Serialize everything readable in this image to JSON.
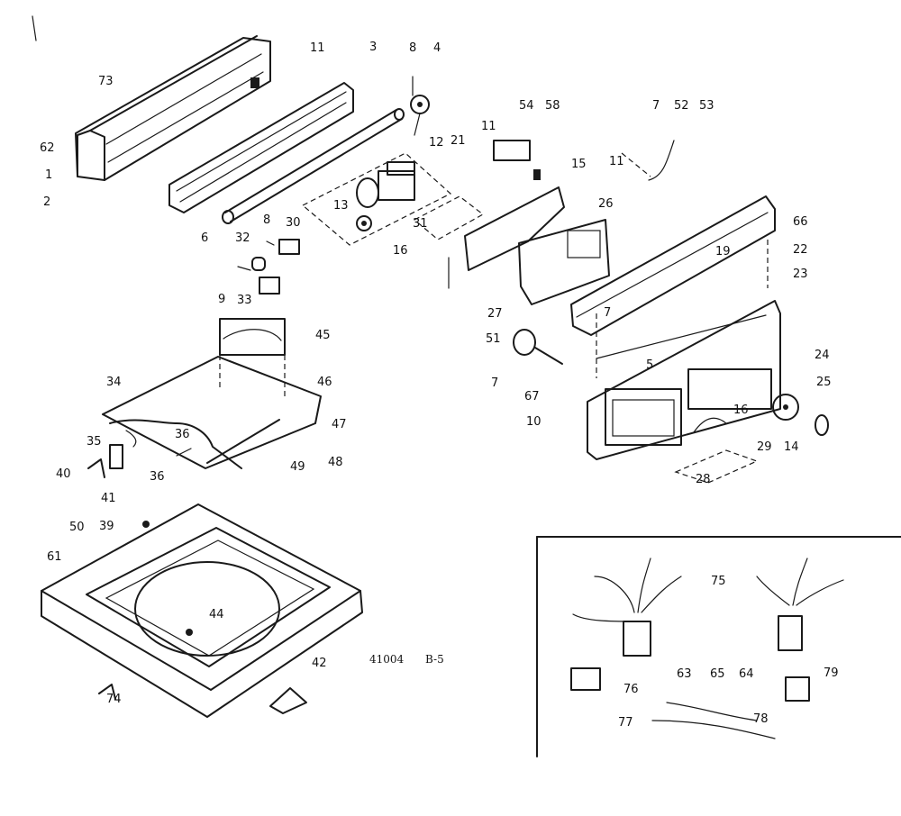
{
  "callouts": [
    {
      "id": "p11a",
      "text": "11"
    },
    {
      "id": "p73",
      "text": "73"
    },
    {
      "id": "p3",
      "text": "3"
    },
    {
      "id": "p8a",
      "text": "8"
    },
    {
      "id": "p4",
      "text": "4"
    },
    {
      "id": "p62",
      "text": "62"
    },
    {
      "id": "p1",
      "text": "1"
    },
    {
      "id": "p2",
      "text": "2"
    },
    {
      "id": "p6",
      "text": "6"
    },
    {
      "id": "p12",
      "text": "12"
    },
    {
      "id": "p21",
      "text": "21"
    },
    {
      "id": "p11b",
      "text": "11"
    },
    {
      "id": "p54",
      "text": "54"
    },
    {
      "id": "p58",
      "text": "58"
    },
    {
      "id": "p7a",
      "text": "7"
    },
    {
      "id": "p52",
      "text": "52"
    },
    {
      "id": "p53",
      "text": "53"
    },
    {
      "id": "p11c",
      "text": "11"
    },
    {
      "id": "p15",
      "text": "15"
    },
    {
      "id": "p13",
      "text": "13"
    },
    {
      "id": "p31",
      "text": "31"
    },
    {
      "id": "p16a",
      "text": "16"
    },
    {
      "id": "p26",
      "text": "26"
    },
    {
      "id": "p8b",
      "text": "8"
    },
    {
      "id": "p30",
      "text": "30"
    },
    {
      "id": "p32",
      "text": "32"
    },
    {
      "id": "p9",
      "text": "9"
    },
    {
      "id": "p33",
      "text": "33"
    },
    {
      "id": "p66",
      "text": "66"
    },
    {
      "id": "p19",
      "text": "19"
    },
    {
      "id": "p22",
      "text": "22"
    },
    {
      "id": "p23",
      "text": "23"
    },
    {
      "id": "p27",
      "text": "27"
    },
    {
      "id": "p45",
      "text": "45"
    },
    {
      "id": "p46",
      "text": "46"
    },
    {
      "id": "p34",
      "text": "34"
    },
    {
      "id": "p47",
      "text": "47"
    },
    {
      "id": "p35",
      "text": "35"
    },
    {
      "id": "p36a",
      "text": "36"
    },
    {
      "id": "p49",
      "text": "49"
    },
    {
      "id": "p48",
      "text": "48"
    },
    {
      "id": "p36b",
      "text": "36"
    },
    {
      "id": "p40",
      "text": "40"
    },
    {
      "id": "p41",
      "text": "41"
    },
    {
      "id": "p51",
      "text": "51"
    },
    {
      "id": "p7b",
      "text": "7"
    },
    {
      "id": "p5",
      "text": "5"
    },
    {
      "id": "p7c",
      "text": "7"
    },
    {
      "id": "p67",
      "text": "67"
    },
    {
      "id": "p24",
      "text": "24"
    },
    {
      "id": "p25",
      "text": "25"
    },
    {
      "id": "p10",
      "text": "10"
    },
    {
      "id": "p16b",
      "text": "16"
    },
    {
      "id": "p14",
      "text": "14"
    },
    {
      "id": "p29",
      "text": "29"
    },
    {
      "id": "p28",
      "text": "28"
    },
    {
      "id": "p39",
      "text": "39"
    },
    {
      "id": "p50",
      "text": "50"
    },
    {
      "id": "p61",
      "text": "61"
    },
    {
      "id": "p44",
      "text": "44"
    },
    {
      "id": "p42",
      "text": "42"
    },
    {
      "id": "p74",
      "text": "74"
    },
    {
      "id": "p75",
      "text": "75"
    },
    {
      "id": "p63",
      "text": "63"
    },
    {
      "id": "p64",
      "text": "64"
    },
    {
      "id": "p79",
      "text": "79"
    },
    {
      "id": "p76",
      "text": "76"
    },
    {
      "id": "p65",
      "text": "65"
    },
    {
      "id": "p77",
      "text": "77"
    },
    {
      "id": "p78",
      "text": "78"
    }
  ],
  "figure_caption": "B-5",
  "figure_code": "41004"
}
